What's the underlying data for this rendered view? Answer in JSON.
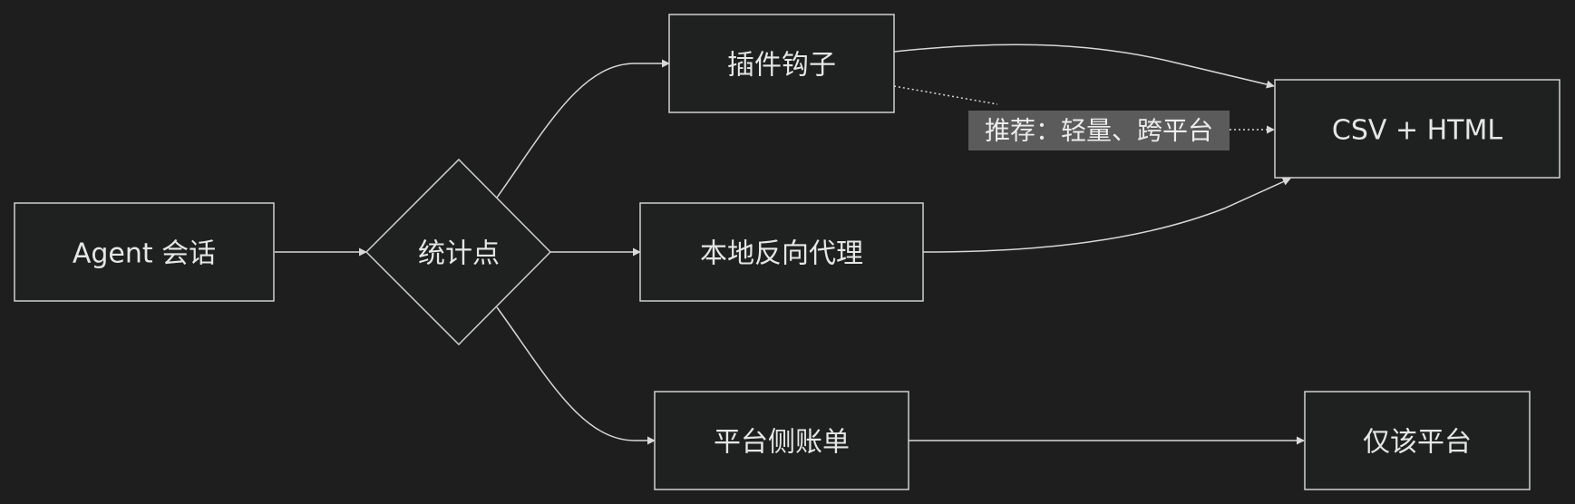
{
  "nodes": {
    "agent_session": "Agent 会话",
    "stat_point": "统计点",
    "plugin_hook": "插件钩子",
    "local_reverse_proxy": "本地反向代理",
    "platform_billing": "平台侧账单",
    "csv_html": "CSV + HTML",
    "platform_only": "仅该平台"
  },
  "edges": {
    "recommend_label": "推荐：轻量、跨平台"
  },
  "colors": {
    "background": "#1e1e1e",
    "node_fill": "#1f2020",
    "node_stroke": "#cfcfcf",
    "edge_stroke": "#d8d8d8",
    "text": "#e6e6e6",
    "edge_label_bg": "#5b5b5b"
  }
}
